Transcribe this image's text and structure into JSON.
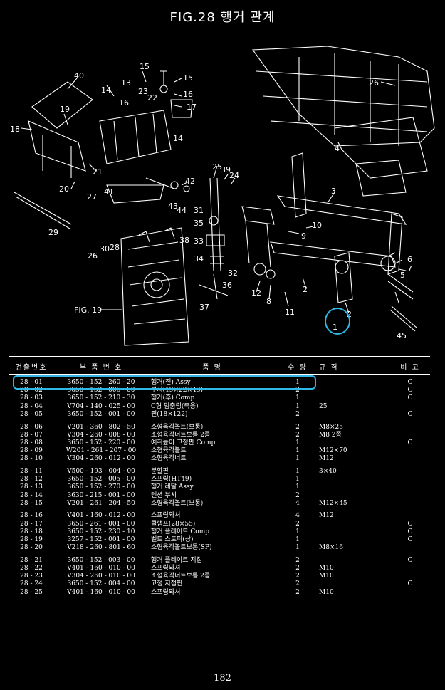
{
  "figure": {
    "title": "FIG.28 행거 관계",
    "sub_reference": "FIG. 19",
    "callouts": [
      "1",
      "2",
      "3",
      "4",
      "5",
      "6",
      "7",
      "8",
      "9",
      "10",
      "11",
      "12",
      "13",
      "14",
      "15",
      "16",
      "17",
      "18",
      "19",
      "20",
      "21",
      "22",
      "23",
      "24",
      "25",
      "26",
      "27",
      "28",
      "29",
      "30",
      "31",
      "32",
      "33",
      "34",
      "35",
      "36",
      "37",
      "38",
      "39",
      "40",
      "41",
      "42",
      "43",
      "44",
      "45"
    ],
    "highlight_color": "#2fb7e6"
  },
  "table": {
    "headers": {
      "no": "건출번호",
      "part": "부 품 번 호",
      "name": "품 명",
      "qty": "수 량",
      "spec": "규 격",
      "note": "비 고"
    },
    "rows": [
      {
        "no": "28 - 01",
        "part": "3650 - 152 - 260 - 20",
        "name": "행거(전) Assy",
        "qty": "1",
        "spec": "",
        "note": "C"
      },
      {
        "no": "28 - 02",
        "part": "3650 - 152 - 006 - 00",
        "name": "부시(19×22×43)",
        "qty": "2",
        "spec": "",
        "note": "C"
      },
      {
        "no": "28 - 03",
        "part": "3650 - 152 - 210 - 30",
        "name": "행거(후) Comp",
        "qty": "1",
        "spec": "",
        "note": "C"
      },
      {
        "no": "28 - 04",
        "part": "V704 - 140 - 025 - 00",
        "name": "C형 멈춤링(축용)",
        "qty": "1",
        "spec": "25",
        "note": ""
      },
      {
        "no": "28 - 05",
        "part": "3650 - 152 - 001 - 00",
        "name": "핀(18×122)",
        "qty": "2",
        "spec": "",
        "note": "C"
      },
      {
        "no": "28 - 06",
        "part": "V201 - 360 - 802 - 50",
        "name": "소형육각볼트(보통)",
        "qty": "2",
        "spec": "M8×25",
        "note": ""
      },
      {
        "no": "28 - 07",
        "part": "V304 - 260 - 008 - 00",
        "name": "소형육각너트보통 2종",
        "qty": "2",
        "spec": "M8 2종",
        "note": ""
      },
      {
        "no": "28 - 08",
        "part": "3650 - 152 - 220 - 00",
        "name": "예취높이 고정판 Comp",
        "qty": "1",
        "spec": "",
        "note": "C"
      },
      {
        "no": "28 - 09",
        "part": "W201 - 261 - 207 - 00",
        "name": "소형육각볼트",
        "qty": "1",
        "spec": "M12×70",
        "note": ""
      },
      {
        "no": "28 - 10",
        "part": "V304 - 260 - 012 - 00",
        "name": "소형육각너트",
        "qty": "1",
        "spec": "M12",
        "note": ""
      },
      {
        "no": "28 - 11",
        "part": "V500 - 193 - 004 - 00",
        "name": "분할핀",
        "qty": "1",
        "spec": "3×40",
        "note": ""
      },
      {
        "no": "28 - 12",
        "part": "3650 - 152 - 005 - 00",
        "name": "스프링(HT49)",
        "qty": "1",
        "spec": "",
        "note": ""
      },
      {
        "no": "28 - 13",
        "part": "3650 - 152 - 270 - 00",
        "name": "행거 레달 Assy",
        "qty": "1",
        "spec": "",
        "note": ""
      },
      {
        "no": "28 - 14",
        "part": "3630 - 215 - 001 - 00",
        "name": "텐션 부시",
        "qty": "2",
        "spec": "",
        "note": ""
      },
      {
        "no": "28 - 15",
        "part": "V201 - 261 - 204 - 50",
        "name": "소형육각볼트(보통)",
        "qty": "4",
        "spec": "M12×45",
        "note": ""
      },
      {
        "no": "28 - 16",
        "part": "V401 - 160 - 012 - 00",
        "name": "스프링와셔",
        "qty": "4",
        "spec": "M12",
        "note": ""
      },
      {
        "no": "28 - 17",
        "part": "3650 - 261 - 001 - 00",
        "name": "클램프(28×55)",
        "qty": "2",
        "spec": "",
        "note": "C"
      },
      {
        "no": "28 - 18",
        "part": "3650 - 152 - 230 - 10",
        "name": "행거 플레이트 Comp",
        "qty": "1",
        "spec": "",
        "note": "C"
      },
      {
        "no": "28 - 19",
        "part": "3257 - 152 - 001 - 00",
        "name": "벨트 스토퍼(상)",
        "qty": "1",
        "spec": "",
        "note": "C"
      },
      {
        "no": "28 - 20",
        "part": "V218 - 260 - 801 - 60",
        "name": "소형육각볼트보통(SP)",
        "qty": "1",
        "spec": "M8×16",
        "note": ""
      },
      {
        "no": "28 - 21",
        "part": "3650 - 152 - 003 - 00",
        "name": "행거 플레이트 지점",
        "qty": "2",
        "spec": "",
        "note": "C"
      },
      {
        "no": "28 - 22",
        "part": "V401 - 160 - 010 - 00",
        "name": "스프링와셔",
        "qty": "2",
        "spec": "M10",
        "note": ""
      },
      {
        "no": "28 - 23",
        "part": "V304 - 260 - 010 - 00",
        "name": "소형육각너트보통 2종",
        "qty": "2",
        "spec": "M10",
        "note": ""
      },
      {
        "no": "28 - 24",
        "part": "3650 - 152 - 004 - 00",
        "name": "고정 지점핀",
        "qty": "2",
        "spec": "",
        "note": "C"
      },
      {
        "no": "28 - 25",
        "part": "V401 - 160 - 010 - 00",
        "name": "스프링와셔",
        "qty": "2",
        "spec": "M10",
        "note": ""
      }
    ]
  },
  "page_number": "182"
}
